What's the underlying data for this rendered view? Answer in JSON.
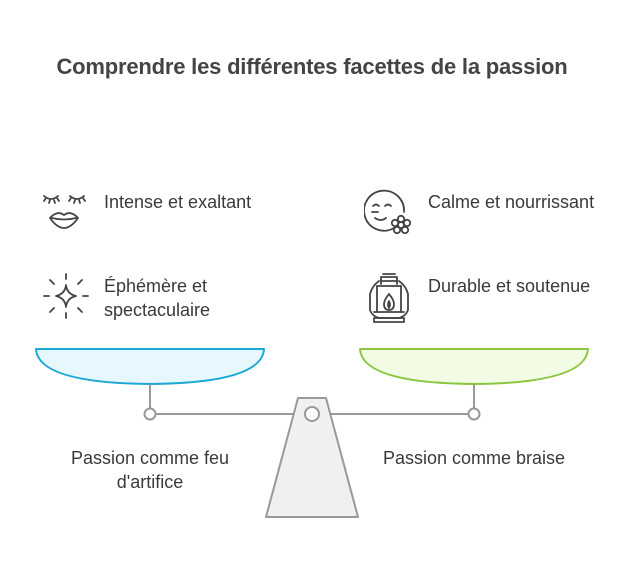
{
  "title": "Comprendre les différentes facettes de la passion",
  "left": {
    "caption": "Passion comme feu d'artifice",
    "pan_color": "#1ba8d6",
    "pan_fill": "#e6f7fd",
    "features": [
      {
        "icon": "closed-eyes-lips-icon",
        "label": "Intense et exaltant"
      },
      {
        "icon": "sparkle-icon",
        "label": "Éphémère et spectaculaire"
      }
    ]
  },
  "right": {
    "caption": "Passion comme braise",
    "pan_color": "#8cc63f",
    "pan_fill": "#f2fbe4",
    "features": [
      {
        "icon": "calm-face-flower-icon",
        "label": "Calme et nourrissant"
      },
      {
        "icon": "lantern-flame-icon",
        "label": "Durable et soutenue"
      }
    ]
  },
  "stand_color": "#f0f0f0"
}
